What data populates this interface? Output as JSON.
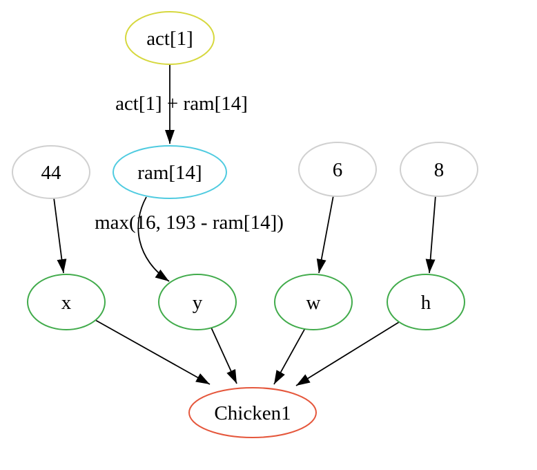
{
  "graph": {
    "background": "#ffffff",
    "edge_color": "#000000",
    "text_color": "#000000",
    "nodes": {
      "act1": {
        "label": "act[1]",
        "stroke": "#d6d83e"
      },
      "ram14": {
        "label": "ram[14]",
        "stroke": "#4fcbe0"
      },
      "n44": {
        "label": "44",
        "stroke": "#d0d0d0"
      },
      "n6": {
        "label": "6",
        "stroke": "#d0d0d0"
      },
      "n8": {
        "label": "8",
        "stroke": "#d0d0d0"
      },
      "x": {
        "label": "x",
        "stroke": "#41ab4b"
      },
      "y": {
        "label": "y",
        "stroke": "#41ab4b"
      },
      "w": {
        "label": "w",
        "stroke": "#41ab4b"
      },
      "h": {
        "label": "h",
        "stroke": "#41ab4b"
      },
      "chicken1": {
        "label": "Chicken1",
        "stroke": "#e5573c"
      }
    },
    "edge_labels": {
      "act1_plus_ram14": "act[1] + ram[14]",
      "max_expr": "max(16, 193 - ram[14])"
    },
    "edges": [
      "act1->ram14",
      "n44->x",
      "ram14->y",
      "n6->w",
      "n8->h",
      "x->chicken1",
      "y->chicken1",
      "w->chicken1",
      "h->chicken1"
    ]
  }
}
